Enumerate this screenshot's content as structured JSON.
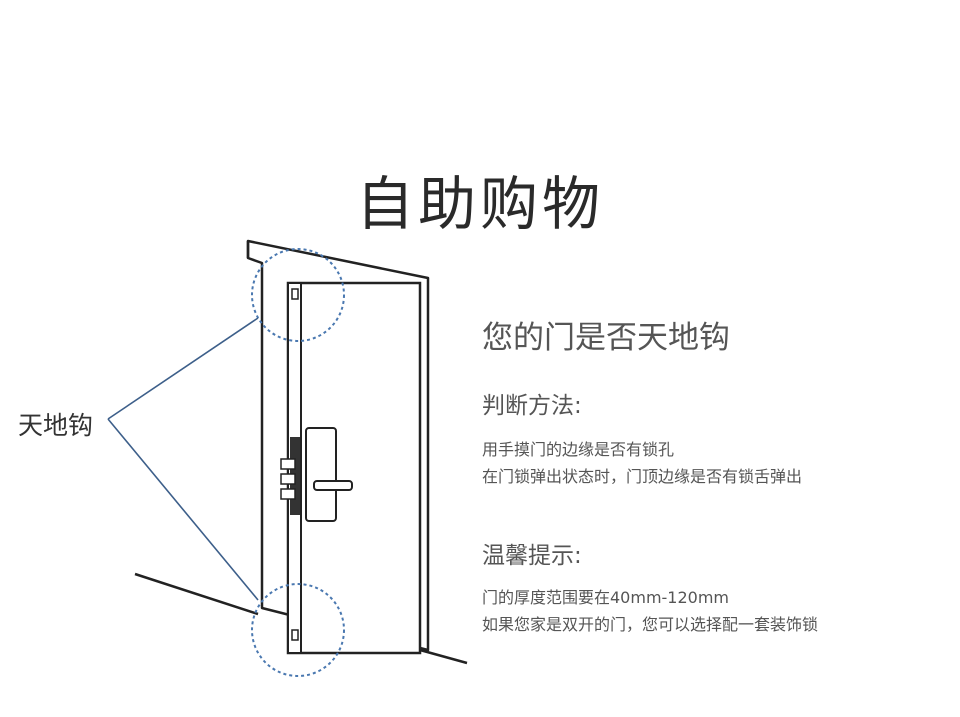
{
  "title": "自助购物",
  "callout_label": "天地钩",
  "question": "您的门是否天地钩",
  "method": {
    "heading": "判断方法:",
    "lines": [
      "用手摸门的边缘是否有锁孔",
      "在门锁弹出状态时，门顶边缘是否有锁舌弹出"
    ]
  },
  "tips": {
    "heading": "温馨提示:",
    "lines": [
      "门的厚度范围要在40mm-120mm",
      "如果您家是双开的门，您可以选择配一套装饰锁"
    ]
  },
  "colors": {
    "callout_line": "#3d5f8a",
    "dotted_circle": "#4a78b0",
    "outline": "#222222"
  }
}
